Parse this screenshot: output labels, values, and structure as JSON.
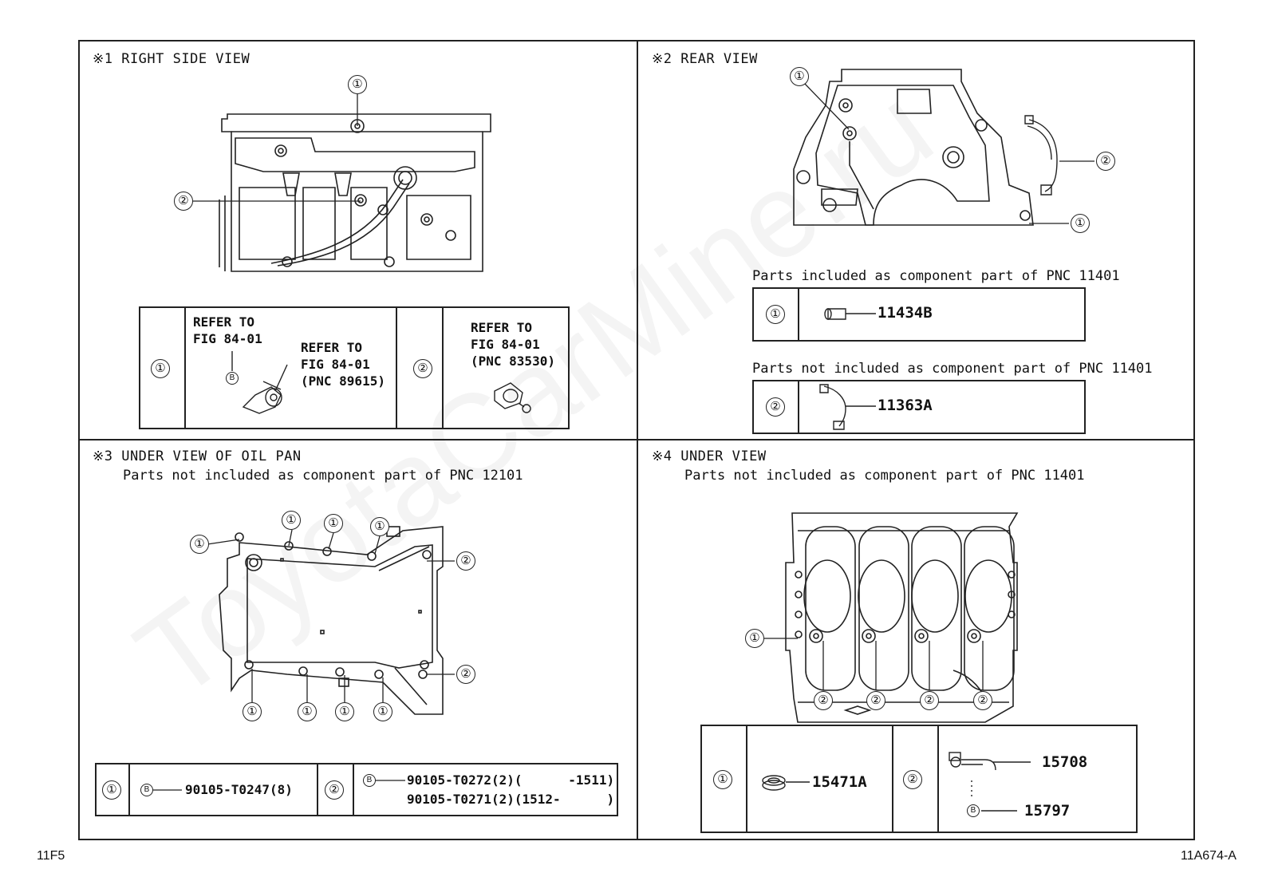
{
  "watermark": "ToyotaCarMine.ru",
  "footer": {
    "left": "11F5",
    "right": "11A674-A"
  },
  "q1": {
    "title": "※1 RIGHT SIDE VIEW",
    "callouts": [
      "①",
      "②"
    ],
    "table": {
      "c1": "①",
      "c1_ref_a": "REFER TO\nFIG 84-01",
      "c1_ref_b": "REFER TO\nFIG 84-01\n(PNC 89615)",
      "c1_b": "B",
      "c2": "②",
      "c2_ref": "REFER TO\nFIG 84-01\n(PNC 83530)"
    }
  },
  "q2": {
    "title": "※2 REAR VIEW",
    "callouts": [
      "①",
      "②",
      "①"
    ],
    "included_label": "Parts included as component part of PNC 11401",
    "not_included_label": "Parts not included as component part of PNC 11401",
    "row1": {
      "num": "①",
      "part": "11434B"
    },
    "row2": {
      "num": "②",
      "part": "11363A"
    }
  },
  "q3": {
    "title": "※3 UNDER VIEW OF OIL PAN",
    "subtitle": "Parts not included as component part of PNC 12101",
    "callouts_top": [
      "①",
      "①",
      "①",
      "①",
      "②"
    ],
    "callouts_bottom": [
      "①",
      "①",
      "①",
      "①",
      "②"
    ],
    "table": {
      "c1": "①",
      "c1_b": "B",
      "c1_part": "90105-T0247(8)",
      "c2": "②",
      "c2_b": "B",
      "c2_part1": "90105-T0272(2)(      -1511)",
      "c2_part2": "90105-T0271(2)(1512-      )"
    }
  },
  "q4": {
    "title": "※4 UNDER VIEW",
    "subtitle": "Parts not included as component part of PNC 11401",
    "callouts": [
      "①",
      "②",
      "②",
      "②",
      "②"
    ],
    "table": {
      "c1": "①",
      "c1_part": "15471A",
      "c2": "②",
      "c2_part1": "15708",
      "c2_b": "B",
      "c2_part2": "15797"
    }
  }
}
